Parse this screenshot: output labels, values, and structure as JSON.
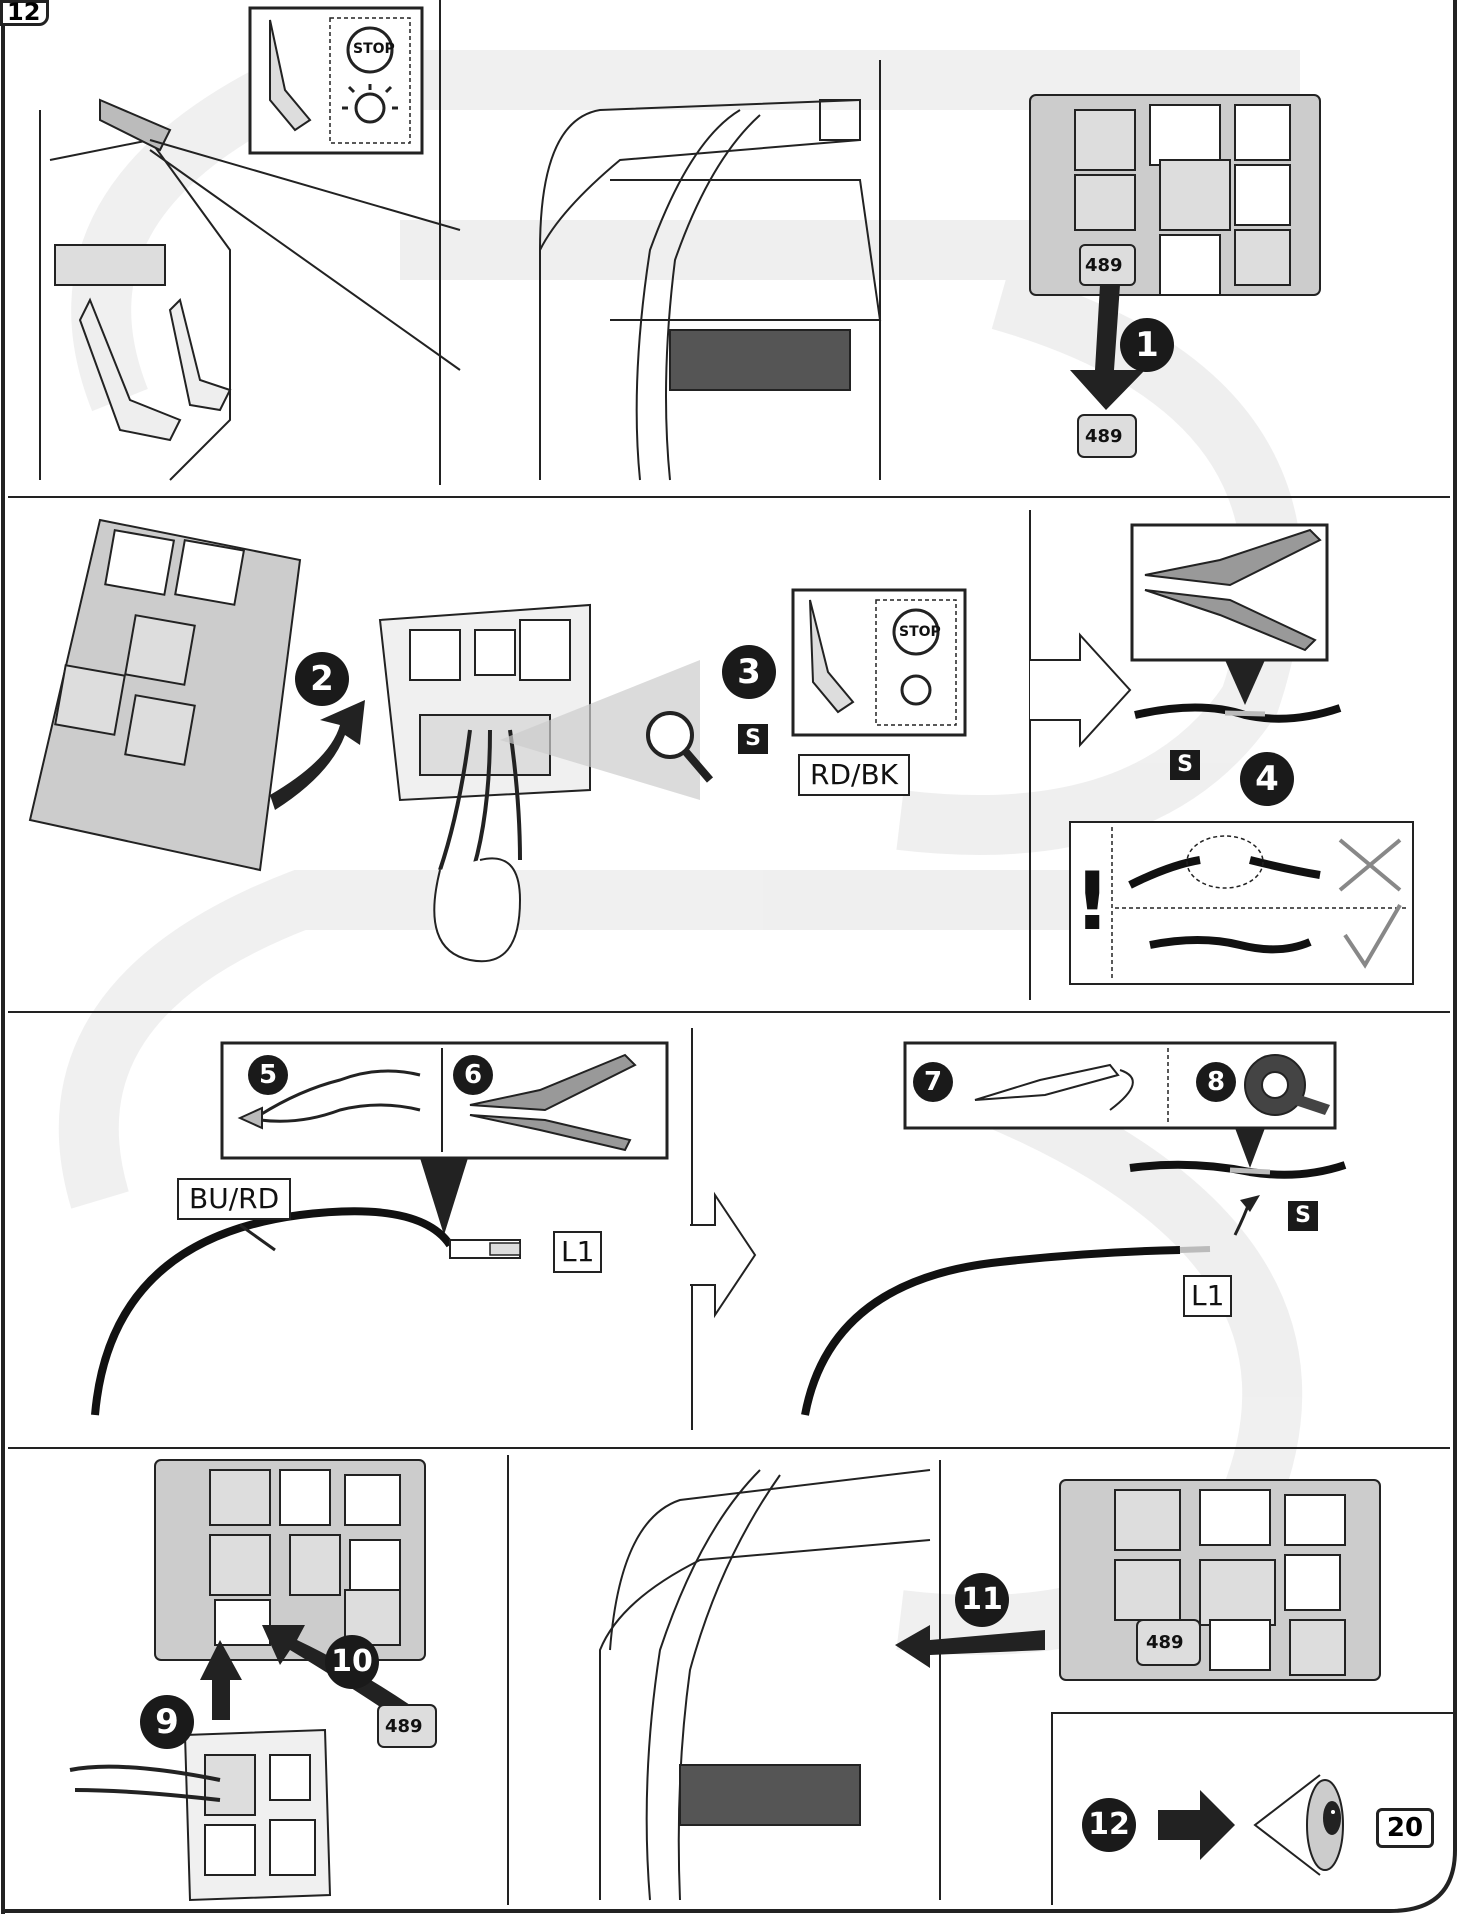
{
  "page": {
    "step_number": "12",
    "page_reference": "20"
  },
  "labels": {
    "rd_bk": "RD/BK",
    "bu_rd": "BU/RD",
    "l1_a": "L1",
    "l1_b": "L1",
    "stop": "STOP",
    "stop_b": "STOP",
    "s_a": "S",
    "s_b": "S",
    "s_c": "S",
    "part_489_a": "489",
    "part_489_b": "489",
    "part_489_c": "489",
    "part_489_d": "489",
    "exclamation": "!"
  },
  "steps": [
    "1",
    "2",
    "3",
    "4",
    "5",
    "6",
    "7",
    "8",
    "9",
    "10",
    "11",
    "12"
  ],
  "colors": {
    "line": "#222222",
    "panel_bg": "#ffffff",
    "watermark": "#eeeeee",
    "fill_dark": "#1a1a1a"
  }
}
